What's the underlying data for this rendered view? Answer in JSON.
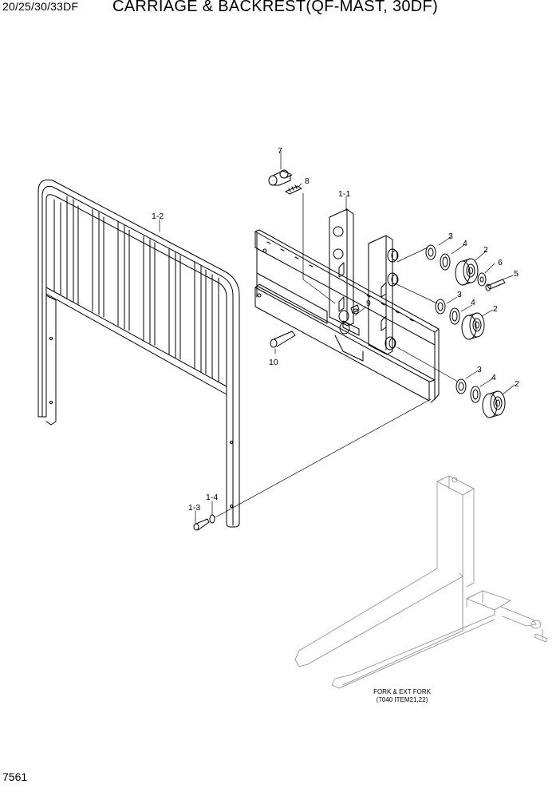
{
  "header": {
    "model": "20/25/30/33DF",
    "title": "CARRIAGE & BACKREST(QF-MAST, 30DF)"
  },
  "page_number": "7561",
  "callouts": {
    "c7": "7",
    "c8": "8",
    "c1_1": "1-1",
    "c1_2": "1-2",
    "c3a": "3",
    "c4a": "4",
    "c2a": "2",
    "c6": "6",
    "c5": "5",
    "c3b": "3",
    "c4b": "4",
    "c2b": "2",
    "c9": "9",
    "c10": "10",
    "c3c": "3",
    "c4c": "4",
    "c2c": "2",
    "c1_3": "1-3",
    "c1_4": "1-4"
  },
  "fork_note": {
    "line1": "FORK & EXT FORK",
    "line2": "(7040 ITEM21,22)"
  }
}
